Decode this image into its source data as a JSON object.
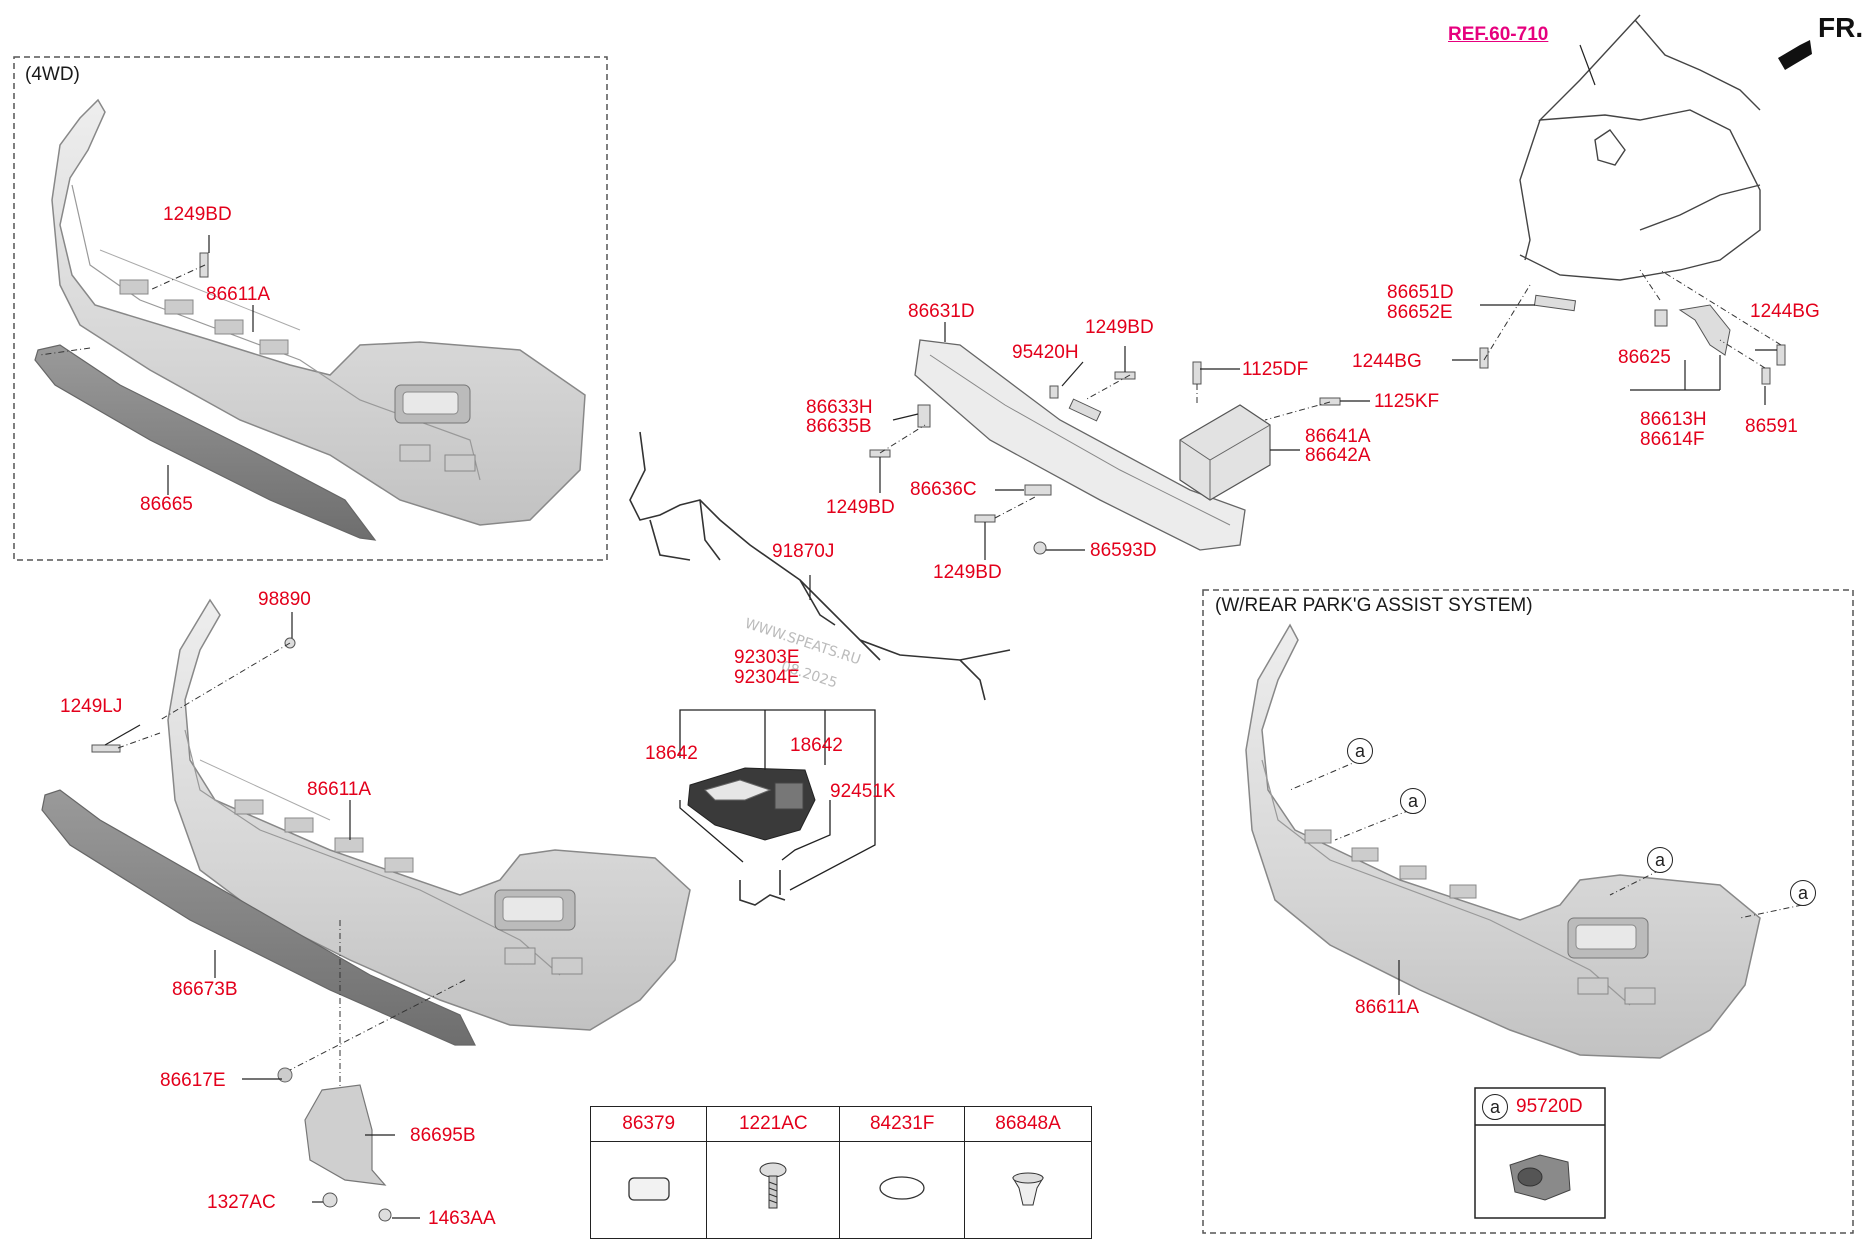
{
  "diagram": {
    "direction_label": "FR.",
    "reference": "REF.60-710",
    "watermark": [
      "WWW.SPEATS.RU",
      "08.2025"
    ],
    "sections": {
      "four_wd": {
        "title": "(4WD)"
      },
      "rear_park_assist": {
        "title": "(W/REAR PARK'G ASSIST SYSTEM)"
      }
    },
    "callout_marker": "a",
    "labels": {
      "p_1249bd_a": "1249BD",
      "p_86611a_a": "86611A",
      "p_86665": "86665",
      "p_98890": "98890",
      "p_1249lj": "1249LJ",
      "p_86611a_b": "86611A",
      "p_86673b": "86673B",
      "p_86617e": "86617E",
      "p_86695b": "86695B",
      "p_1327ac": "1327AC",
      "p_1463aa": "1463AA",
      "p_86631d": "86631D",
      "p_95420h": "95420H",
      "p_1249bd_b": "1249BD",
      "p_1125df": "1125DF",
      "p_1125kf": "1125KF",
      "p_86633h": "86633H",
      "p_86635b": "86635B",
      "p_1249bd_c": "1249BD",
      "p_86636c": "86636C",
      "p_1249bd_d": "1249BD",
      "p_86593d": "86593D",
      "p_86641a": "86641A",
      "p_86642a": "86642A",
      "p_91870j": "91870J",
      "p_92303e": "92303E",
      "p_92304e": "92304E",
      "p_18642_a": "18642",
      "p_18642_b": "18642",
      "p_92451k": "92451K",
      "p_86651d": "86651D",
      "p_86652e": "86652E",
      "p_1244bg_a": "1244BG",
      "p_1244bg_b": "1244BG",
      "p_86625": "86625",
      "p_86613h": "86613H",
      "p_86614f": "86614F",
      "p_86591": "86591",
      "p_86611a_c": "86611A",
      "p_95720d": "95720D"
    },
    "parts_table": [
      "86379",
      "1221AC",
      "84231F",
      "86848A"
    ]
  }
}
